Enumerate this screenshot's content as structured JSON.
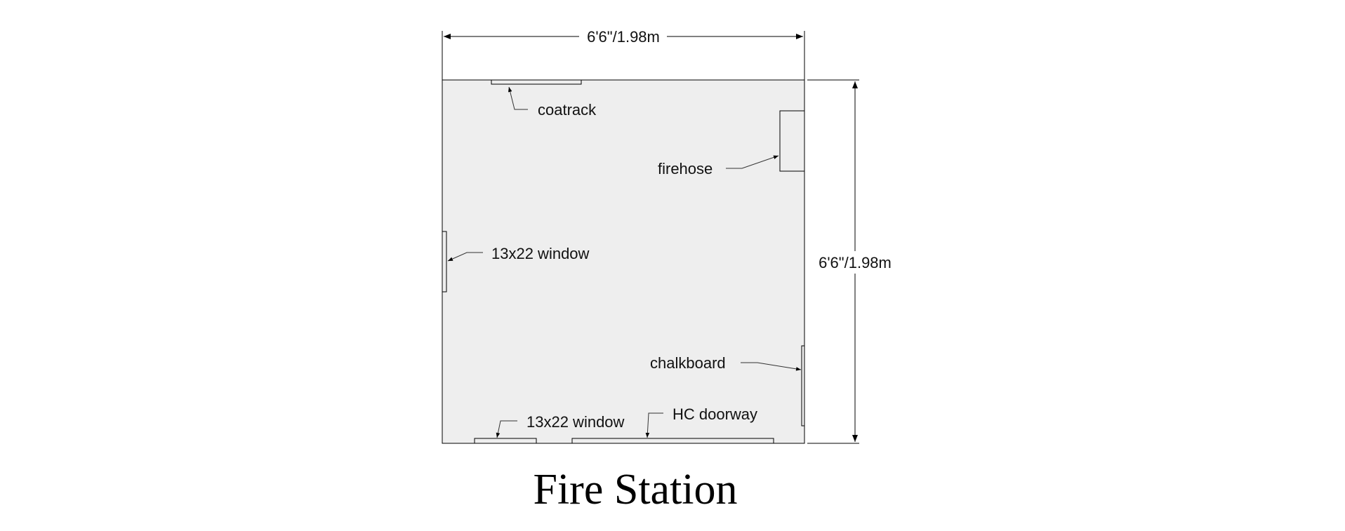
{
  "plan": {
    "title": "Fire Station",
    "width_dimension": "6'6\"/1.98m",
    "height_dimension": "6'6\"/1.98m",
    "floor_fill": "#eeeeee",
    "labels": {
      "coatrack": "coatrack",
      "firehose": "firehose",
      "window_left": "13x22 window",
      "chalkboard": "chalkboard",
      "window_bottom": "13x22 window",
      "doorway": "HC doorway"
    }
  }
}
